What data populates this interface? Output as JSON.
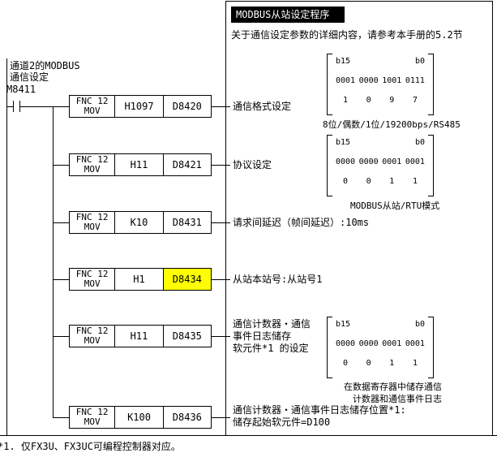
{
  "page": {
    "title_box": "MODBUS从站设定程序",
    "subtitle": "关于通信设定参数的详细内容，请参考本手册的5.2节",
    "footnote": "*1. 仅FX3U、FX3UC可编程控制器对应。"
  },
  "ladder": {
    "input_label": "通道2的MODBUS\n通信设定",
    "contact_label": "M8411",
    "rungs": [
      {
        "fnc": "FNC 12",
        "op": "MOV",
        "src": "H1097",
        "dst": "D8420",
        "desc": "通信格式设定"
      },
      {
        "fnc": "FNC 12",
        "op": "MOV",
        "src": "H11",
        "dst": "D8421",
        "desc": "协议设定"
      },
      {
        "fnc": "FNC 12",
        "op": "MOV",
        "src": "K10",
        "dst": "D8431",
        "desc": "请求间延迟（帧间延迟）:10ms"
      },
      {
        "fnc": "FNC 12",
        "op": "MOV",
        "src": "H1",
        "dst": "D8434",
        "desc": "从站本站号:从站号1",
        "highlight": true
      },
      {
        "fnc": "FNC 12",
        "op": "MOV",
        "src": "H11",
        "dst": "D8435",
        "desc": "通信计数器・通信\n事件日志储存\n软元件*1 的设定"
      },
      {
        "fnc": "FNC 12",
        "op": "MOV",
        "src": "K100",
        "dst": "D8436",
        "desc": "通信计数器・通信事件日志储存位置*1:\n储存起始软元件=D100"
      }
    ]
  },
  "bit_tables": [
    {
      "left_label": "b15",
      "right_label": "b0",
      "nibbles": [
        "0001",
        "0000",
        "1001",
        "0111"
      ],
      "digits": [
        "1",
        "0",
        "9",
        "7"
      ],
      "caption": "8位/偶数/1位/19200bps/RS485"
    },
    {
      "left_label": "b15",
      "right_label": "b0",
      "nibbles": [
        "0000",
        "0000",
        "0001",
        "0001"
      ],
      "digits": [
        "0",
        "0",
        "1",
        "1"
      ],
      "caption": "MODBUS从站/RTU模式"
    },
    {
      "left_label": "b15",
      "right_label": "b0",
      "nibbles": [
        "0000",
        "0000",
        "0001",
        "0001"
      ],
      "digits": [
        "0",
        "0",
        "1",
        "1"
      ],
      "caption": "在数据寄存器中储存通信\n计数器和通信事件日志"
    }
  ],
  "colors": {
    "highlight": "#FFFF00",
    "line": "#000000",
    "header_bg": "#000000",
    "header_fg": "#FFFFFF"
  }
}
